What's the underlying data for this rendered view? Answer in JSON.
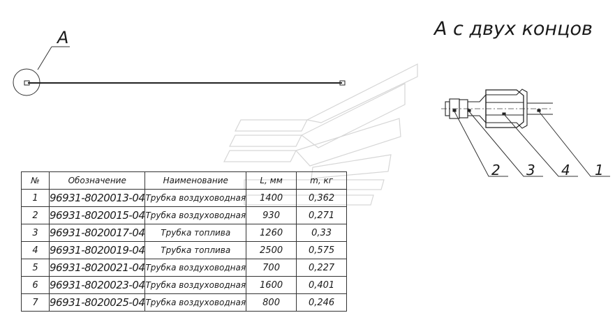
{
  "view_label": "А",
  "detail_title": "А с двух концов",
  "callouts": [
    "2",
    "3",
    "4",
    "1"
  ],
  "table": {
    "headers": [
      "№",
      "Обозначение",
      "Наименование",
      "L, мм",
      "m, кг"
    ],
    "rows": [
      [
        "1",
        "96931-8020013-04",
        "Трубка воздуховодная",
        "1400",
        "0,362"
      ],
      [
        "2",
        "96931-8020015-04",
        "Трубка воздуховодная",
        "930",
        "0,271"
      ],
      [
        "3",
        "96931-8020017-04",
        "Трубка топлива",
        "1260",
        "0,33"
      ],
      [
        "4",
        "96931-8020019-04",
        "Трубка топлива",
        "2500",
        "0,575"
      ],
      [
        "5",
        "96931-8020021-04",
        "Трубка воздуховодная",
        "700",
        "0,227"
      ],
      [
        "6",
        "96931-8020023-04",
        "Трубка воздуховодная",
        "1600",
        "0,401"
      ],
      [
        "7",
        "96931-8020025-04",
        "Трубка воздуховодная",
        "800",
        "0,246"
      ]
    ]
  }
}
